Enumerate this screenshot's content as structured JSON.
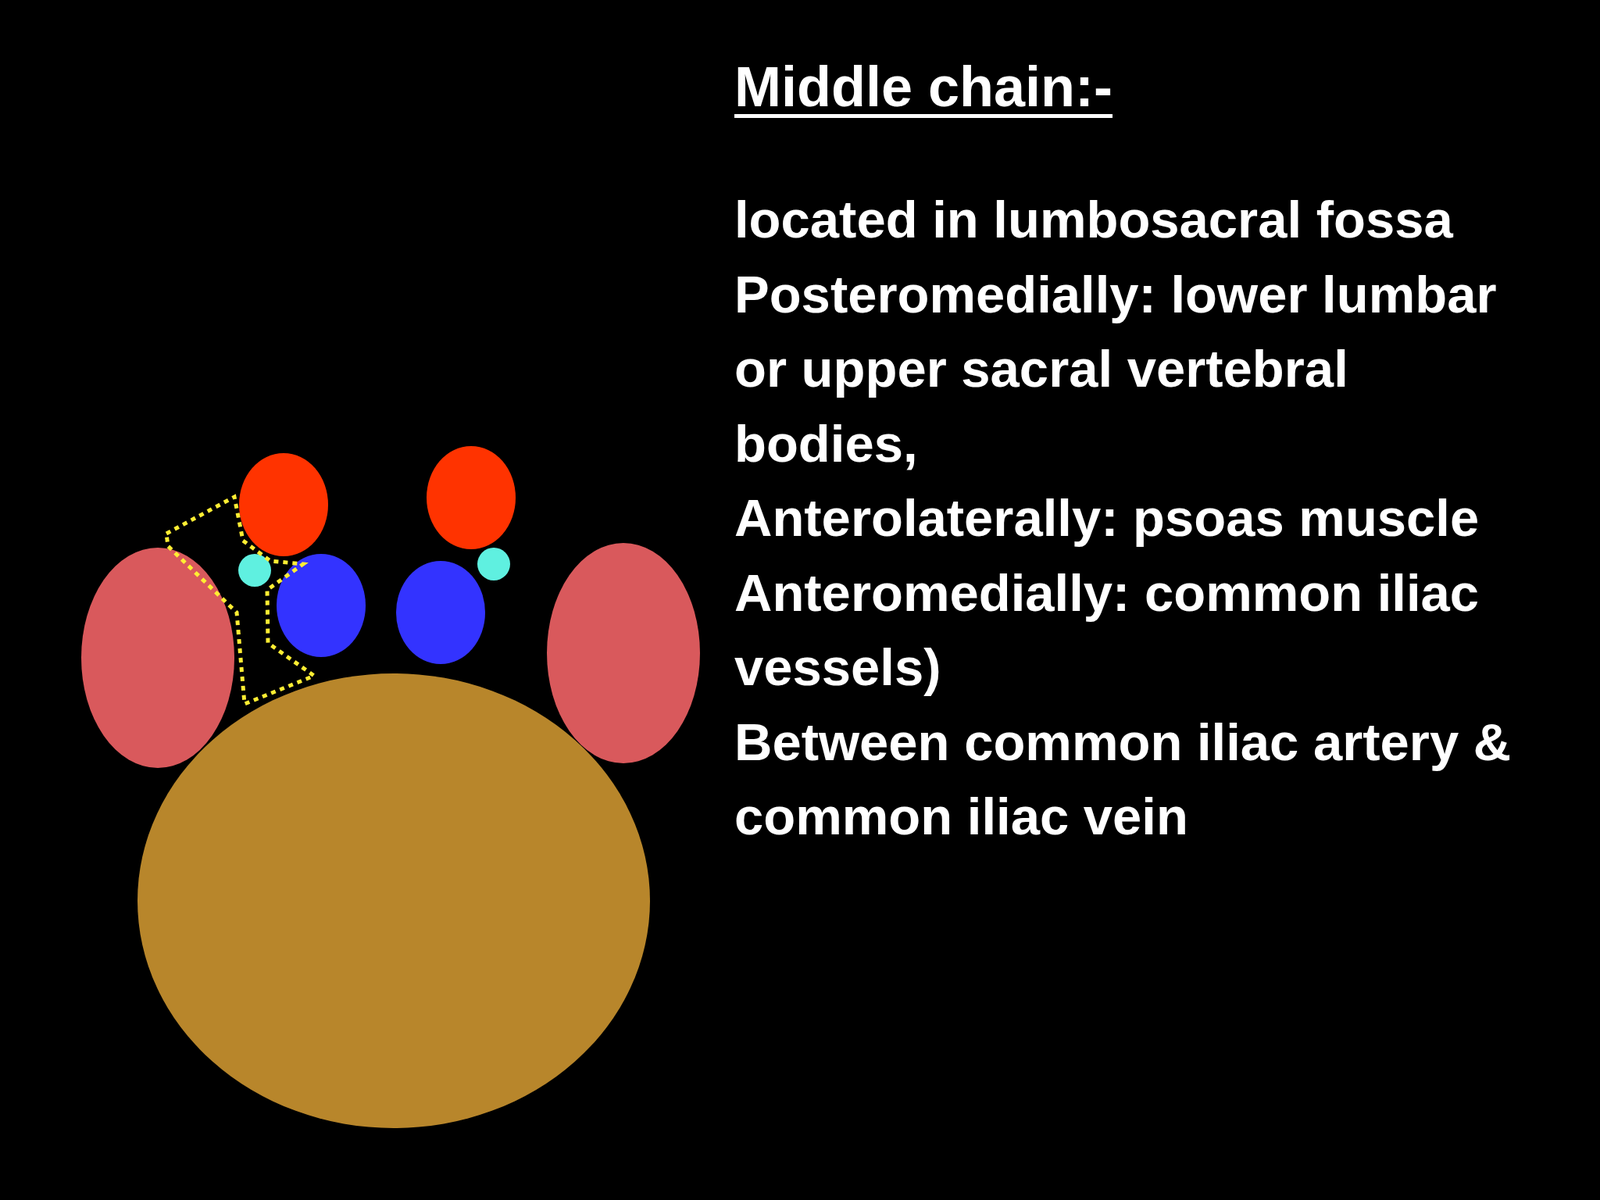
{
  "diagram": {
    "title": "Middle chain:-",
    "labels": [
      "located in lumbosacral fossa",
      "Posteromedially: lower lumbar or upper sacral vertebral bodies,",
      "Anterolaterally: psoas muscle",
      "Anteromedially: common iliac vessels)",
      "Between common iliac artery & common iliac vein"
    ]
  }
}
